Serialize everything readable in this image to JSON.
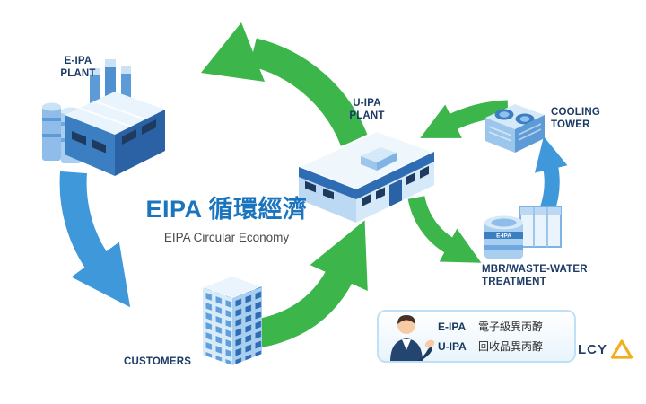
{
  "title": {
    "main": "EIPA 循環經濟",
    "subtitle": "EIPA Circular Economy"
  },
  "nodes": {
    "eipa_plant": {
      "lines": [
        "E-IPA",
        "PLANT"
      ]
    },
    "uipa_plant": {
      "lines": [
        "U-IPA",
        "PLANT"
      ]
    },
    "cooling_tower": {
      "lines": [
        "COOLING",
        "TOWER"
      ]
    },
    "mbr": {
      "lines": [
        "MBR/WASTE-WATER",
        "TREATMENT"
      ]
    },
    "customers": {
      "lines": [
        "CUSTOMERS"
      ]
    },
    "tank_label": "E-IPA"
  },
  "legend": {
    "items": [
      {
        "abbr": "E-IPA",
        "desc": "電子級異丙醇"
      },
      {
        "abbr": "U-IPA",
        "desc": "回收品異丙醇"
      }
    ]
  },
  "logo": {
    "text": "LCY"
  },
  "colors": {
    "arrow_green": "#3CB54A",
    "arrow_blue": "#3E98DA",
    "label_navy": "#1B3A66",
    "title_blue": "#1B74BE",
    "logo_gold": "#F2AE1C"
  }
}
